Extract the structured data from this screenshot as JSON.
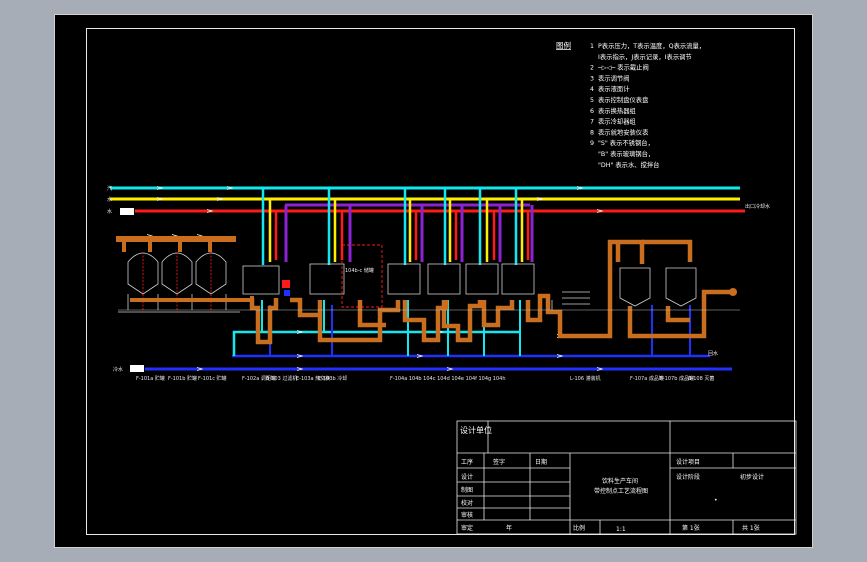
{
  "legend": {
    "title": "图例",
    "items": [
      {
        "num": "1",
        "text": "P表示压力，T表示温度，Q表示流量，"
      },
      {
        "num": "",
        "text": "I表示指示，J表示记录，I表示调节"
      },
      {
        "num": "2",
        "text": "─▷◁─ 表示截止阀"
      },
      {
        "num": "3",
        "text": "表示调节阀"
      },
      {
        "num": "4",
        "text": "表示液面计"
      },
      {
        "num": "5",
        "text": "表示控制盘仪表盘"
      },
      {
        "num": "6",
        "text": "表示换热器组"
      },
      {
        "num": "7",
        "text": "表示冷却器组"
      },
      {
        "num": "8",
        "text": "表示就地安装仪表"
      },
      {
        "num": "9",
        "text": "\"S\" 表示不锈钢台，"
      },
      {
        "num": "",
        "text": "\"B\" 表示玻璃钢台，"
      },
      {
        "num": "",
        "text": "\"DH\" 表示水、搅拌台"
      }
    ]
  },
  "lines": {
    "steam": "汽",
    "water": "水",
    "cooling_out": "出口冷却水",
    "mains_label": "冷水",
    "return_label": "回水",
    "left_label": "水",
    "unit_label": "104b-c 储罐"
  },
  "equipment_labels": [
    "F-101a 贮罐",
    "F-101b 贮罐",
    "F-101c 贮罐",
    "F-102a 调配罐",
    "B-103 过滤机",
    "E-103a 热交换",
    "E-103b 冷却",
    "F-104a 104b 104c 104d 104e 104f 104g 104h",
    "L-106 灌装机",
    "F-107a 成品罐",
    "F-107b 成品罐",
    "B-108 灭菌"
  ],
  "title_block": {
    "design_unit": "设计单位",
    "rows": [
      "工序",
      "设计",
      "制图",
      "校对",
      "审核",
      "审定"
    ],
    "col_name": "签字",
    "col_date": "日期",
    "drawing_title": "饮料生产车间",
    "drawing_subtitle": "带控制点工艺流程图",
    "project_name": "设计项目",
    "stage": "设计阶段",
    "stage_value": "初步设计",
    "year": "年",
    "scale_label": "比例",
    "scale_value": "1:1",
    "sheet_label": "第 1张",
    "total_label": "共 1张",
    "dot": "•"
  },
  "colors": {
    "cyan": "#14e6f0",
    "yellow": "#ffee00",
    "red": "#ff1a1a",
    "purple": "#8c22d0",
    "orange": "#c86e1e",
    "blue": "#2030ff",
    "white": "#ffffff"
  }
}
